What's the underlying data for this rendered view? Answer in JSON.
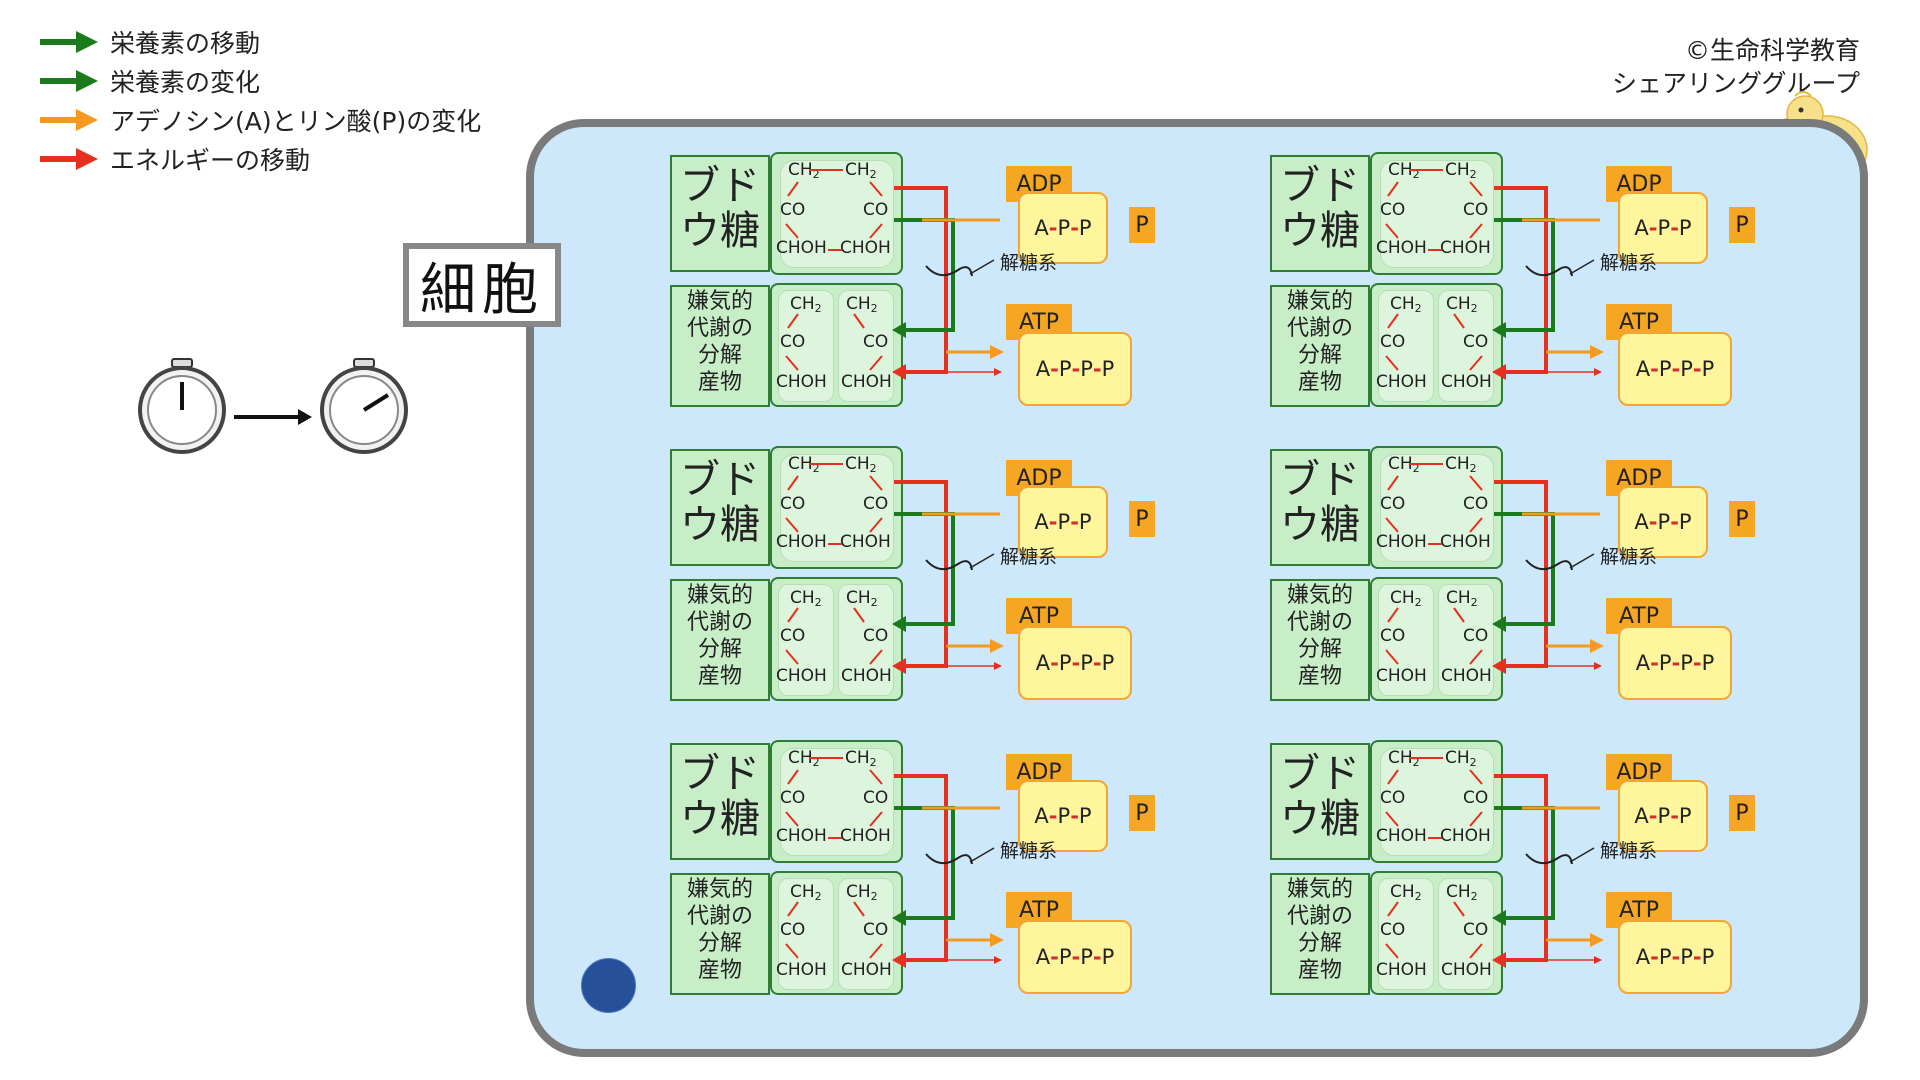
{
  "legend": [
    {
      "label": "栄養素の移動",
      "color": "#1b7a1b"
    },
    {
      "label": "栄養素の変化",
      "color": "#1b7a1b"
    },
    {
      "label": "アデノシン(A)とリン酸(P)の変化",
      "color": "#f59a1e"
    },
    {
      "label": "エネルギーの移動",
      "color": "#e53020"
    }
  ],
  "credit": {
    "line1": "©生命科学教育",
    "line2": "シェアリンググループ"
  },
  "cell_label": "細胞",
  "unit": {
    "glucose_line1": "ブド",
    "glucose_line2": "ウ糖",
    "product_lines": [
      "嫌気的",
      "代謝の",
      "分解",
      "産物"
    ],
    "ch2": "CH",
    "co": "CO",
    "choh": "CHOH",
    "sub2": "2",
    "adp": "ADP",
    "atp": "ATP",
    "p": "P",
    "a": "A",
    "glycolysis": "解糖系"
  },
  "colors": {
    "nutrient": "#1b7a1b",
    "adenosine": "#f59a1e",
    "energy": "#e53020",
    "cell_fill": "#cce8fa"
  }
}
